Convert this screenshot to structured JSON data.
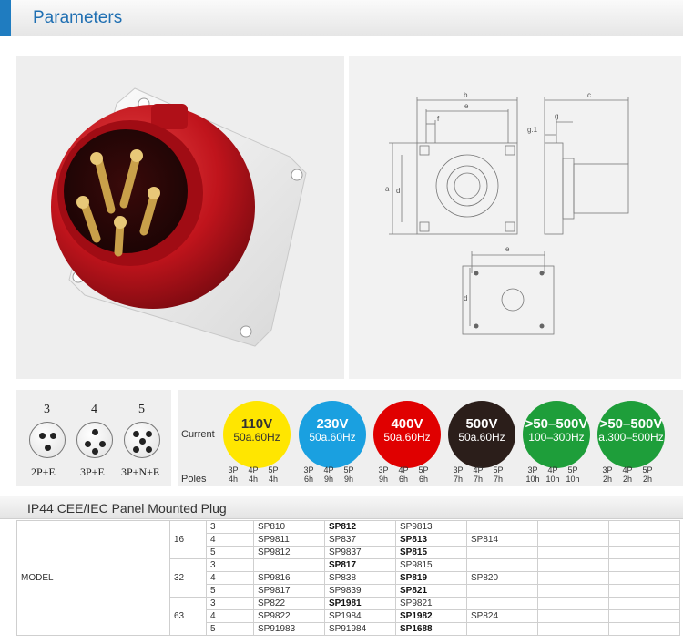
{
  "header": {
    "title": "Parameters"
  },
  "connectors": [
    {
      "number": "3",
      "label": "2P+E",
      "pins": 3
    },
    {
      "number": "4",
      "label": "3P+E",
      "pins": 4
    },
    {
      "number": "5",
      "label": "3P+N+E",
      "pins": 5
    }
  ],
  "voltages": {
    "current_label": "Current",
    "poles_label": "Poles",
    "items": [
      {
        "voltage": "110V",
        "freq": "50a.60Hz",
        "bg": "#ffe600",
        "fg": "#333333",
        "poles": [
          "3P",
          "4P",
          "5P"
        ],
        "amps": [
          "4h",
          "4h",
          "4h"
        ]
      },
      {
        "voltage": "230V",
        "freq": "50a.60Hz",
        "bg": "#1aa0e0",
        "fg": "#ffffff",
        "poles": [
          "3P",
          "4P",
          "5P"
        ],
        "amps": [
          "6h",
          "9h",
          "9h"
        ]
      },
      {
        "voltage": "400V",
        "freq": "50a.60Hz",
        "bg": "#e00000",
        "fg": "#ffffff",
        "poles": [
          "3P",
          "4P",
          "5P"
        ],
        "amps": [
          "9h",
          "6h",
          "6h"
        ]
      },
      {
        "voltage": "500V",
        "freq": "50a.60Hz",
        "bg": "#2b1e1a",
        "fg": "#ffffff",
        "poles": [
          "3P",
          "4P",
          "5P"
        ],
        "amps": [
          "7h",
          "7h",
          "7h"
        ]
      },
      {
        "voltage": ">50–500V",
        "freq": "100–300Hz",
        "bg": "#1e9e3a",
        "fg": "#ffffff",
        "poles": [
          "3P",
          "4P",
          "5P"
        ],
        "amps": [
          "10h",
          "10h",
          "10h"
        ]
      },
      {
        "voltage": ">50–500V",
        "freq": "a.300–500Hz",
        "bg": "#1e9e3a",
        "fg": "#ffffff",
        "poles": [
          "3P",
          "4P",
          "5P"
        ],
        "amps": [
          "2h",
          "2h",
          "2h"
        ]
      }
    ]
  },
  "drawing": {
    "labels": [
      "b",
      "c",
      "e",
      "f",
      "g",
      "g.1",
      "a",
      "d",
      "e",
      "d"
    ]
  },
  "section": {
    "title": "IP44 CEE/IEC  Panel Mounted Plug"
  },
  "table": {
    "model_label": "MODEL",
    "groups": [
      {
        "current": "16",
        "rows": [
          {
            "poles": "3",
            "c": [
              "SP810",
              "SP812",
              "SP9813",
              ""
            ],
            "bold": [
              false,
              true,
              false,
              false
            ]
          },
          {
            "poles": "4",
            "c": [
              "SP9811",
              "SP837",
              "SP813",
              "SP814"
            ],
            "bold": [
              false,
              false,
              true,
              false
            ]
          },
          {
            "poles": "5",
            "c": [
              "SP9812",
              "SP9837",
              "SP815",
              ""
            ],
            "bold": [
              false,
              false,
              true,
              false
            ]
          }
        ]
      },
      {
        "current": "32",
        "rows": [
          {
            "poles": "3",
            "c": [
              "",
              "SP817",
              "SP9815",
              ""
            ],
            "bold": [
              false,
              true,
              false,
              false
            ]
          },
          {
            "poles": "4",
            "c": [
              "SP9816",
              "SP838",
              "SP819",
              "SP820"
            ],
            "bold": [
              false,
              false,
              true,
              false
            ]
          },
          {
            "poles": "5",
            "c": [
              "SP9817",
              "SP9839",
              "SP821",
              ""
            ],
            "bold": [
              false,
              false,
              true,
              false
            ]
          }
        ]
      },
      {
        "current": "63",
        "rows": [
          {
            "poles": "3",
            "c": [
              "SP822",
              "SP1981",
              "SP9821",
              ""
            ],
            "bold": [
              false,
              true,
              false,
              false
            ]
          },
          {
            "poles": "4",
            "c": [
              "SP9822",
              "SP1984",
              "SP1982",
              "SP824"
            ],
            "bold": [
              false,
              false,
              true,
              false
            ]
          },
          {
            "poles": "5",
            "c": [
              "SP91983",
              "SP91984",
              "SP1688",
              ""
            ],
            "bold": [
              false,
              false,
              true,
              false
            ]
          }
        ]
      }
    ]
  }
}
